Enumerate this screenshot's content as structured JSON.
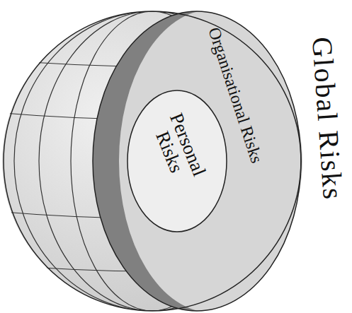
{
  "diagram": {
    "nodes": [
      {
        "text": [
          "Global Risks"
        ]
      },
      {
        "text": [
          "Organisational Risks"
        ],
        "in": 0
      },
      {
        "text": [
          "Personal Risks"
        ],
        "in": 1
      }
    ]
  }
}
